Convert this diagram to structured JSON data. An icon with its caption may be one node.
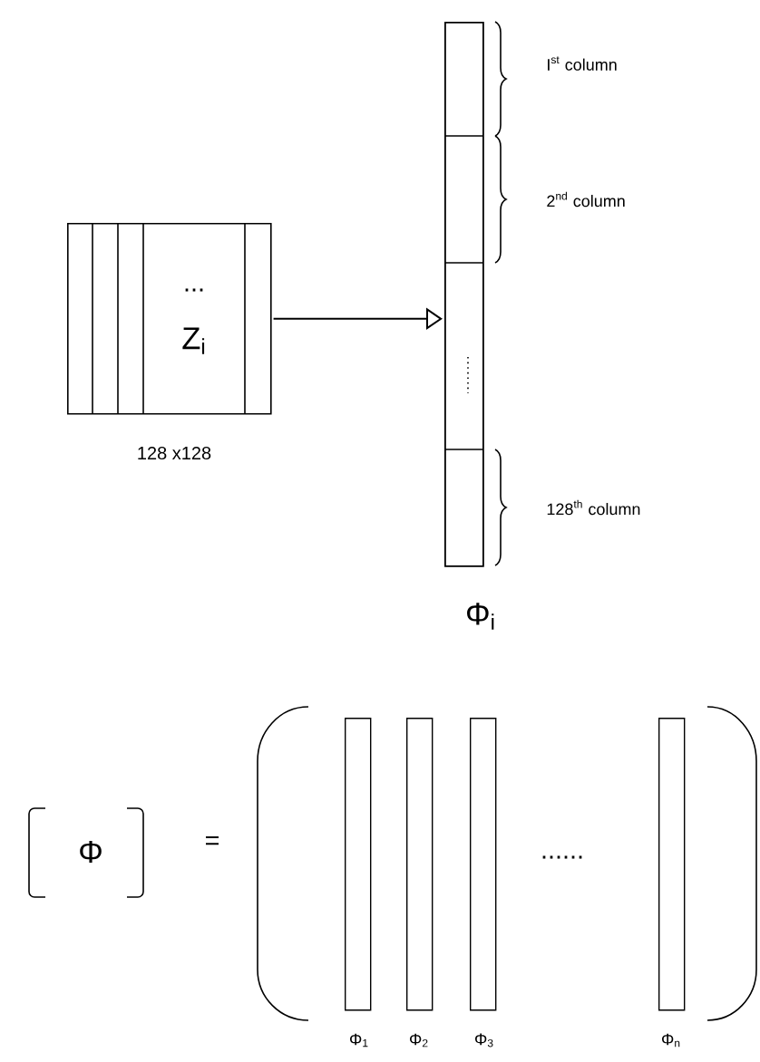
{
  "diagram": {
    "nodes": [
      {
        "text": [
          "...",
          "Z$_{i}$"
        ],
        "beside": [
          "128 x128"
        ]
      },
      {
        "text": [],
        "shape": "box",
        "beside": [
          "Φ$_{i}$"
        ]
      },
      {
        "text": [],
        "shape": "bar",
        "beside": [
          "Φ$_{1}$"
        ]
      },
      {
        "text": [],
        "shape": "bar",
        "beside": [
          "Φ$_{2}$"
        ]
      },
      {
        "text": [],
        "shape": "bar",
        "beside": [
          "Φ$_{3}$"
        ]
      },
      {
        "text": [],
        "shape": "bar",
        "beside": [
          "Φ$_{n}$"
        ]
      }
    ],
    "edges": [
      {
        "from": 0,
        "to": 1,
        "arrow": "to"
      }
    ],
    "labels": [
      "I$^{st}$ column",
      "2$^{nd}$ column",
      "128$^{th}$ column",
      "Φ",
      "=",
      "......"
    ]
  }
}
